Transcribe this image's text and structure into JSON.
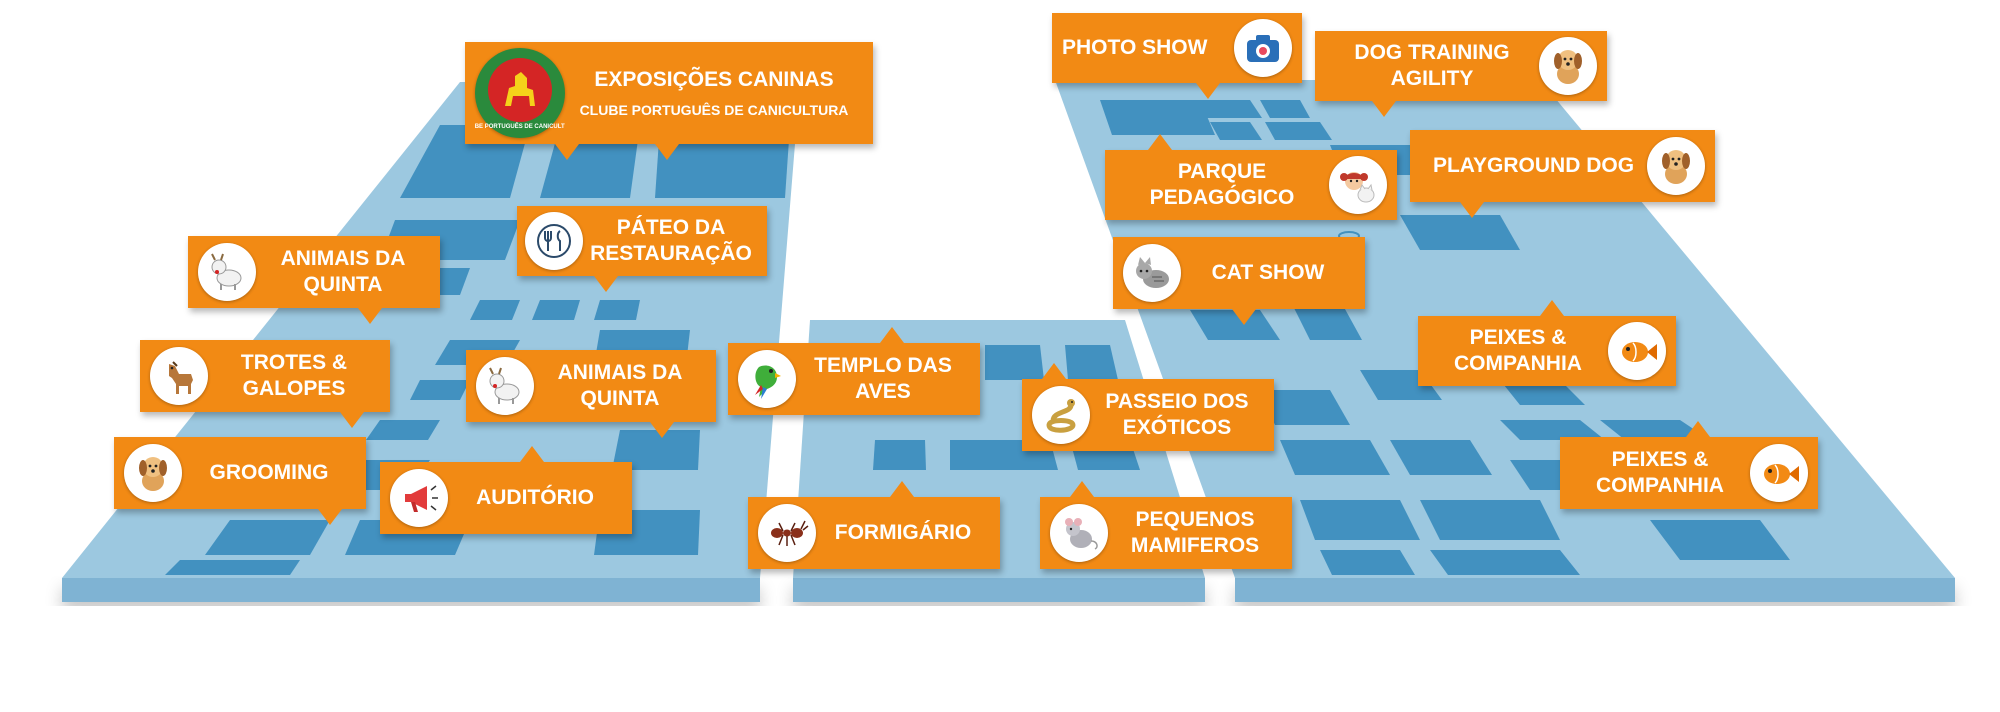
{
  "colors": {
    "floor": "#9cc8e0",
    "floor_side": "#7fb3d3",
    "booth": "#4291c0",
    "label": "#f28a14",
    "text": "#ffffff"
  },
  "labels": {
    "exposicoes_caninas": {
      "title": "EXPOSIÇÕES CANINAS",
      "subtitle": "CLUBE PORTUGUÊS DE CANICULTURA",
      "logo_text": "Clube Português de Canicultura",
      "icon": "dog-logo-icon"
    },
    "pateo_restauracao": {
      "line1": "PÁTEO DA",
      "line2": "RESTAURAÇÃO",
      "icon": "cutlery-icon"
    },
    "animais_quinta_1": {
      "line1": "ANIMAIS DA",
      "line2": "QUINTA",
      "icon": "goat-icon"
    },
    "trotes_galopes": {
      "line1": "TROTES &",
      "line2": "GALOPES",
      "icon": "horse-icon"
    },
    "animais_quinta_2": {
      "line1": "ANIMAIS DA",
      "line2": "QUINTA",
      "icon": "goat-icon"
    },
    "grooming": {
      "line1": "GROOMING",
      "icon": "dog-icon"
    },
    "auditorio": {
      "line1": "AUDITÓRIO",
      "icon": "megaphone-icon"
    },
    "templo_aves": {
      "line1": "TEMPLO DAS",
      "line2": "AVES",
      "icon": "parrot-icon"
    },
    "formigario": {
      "line1": "FORMIGÁRIO",
      "icon": "ant-icon"
    },
    "passeio_exoticos": {
      "line1": "PASSEIO DOS",
      "line2": "EXÓTICOS",
      "icon": "snake-icon"
    },
    "pequenos_mamiferos": {
      "line1": "PEQUENOS",
      "line2": "MAMIFEROS",
      "icon": "mouse-icon"
    },
    "photo_show": {
      "line1": "PHOTO SHOW",
      "icon": "camera-icon"
    },
    "dog_training": {
      "line1": "DOG TRAINING",
      "line2": "AGILITY",
      "icon": "dog-icon"
    },
    "parque_pedagogico": {
      "line1": "PARQUE",
      "line2": "PEDAGÓGICO",
      "icon": "girl-cat-icon"
    },
    "playground_dog": {
      "line1": "PLAYGROUND DOG",
      "icon": "dog-icon"
    },
    "cat_show": {
      "line1": "CAT SHOW",
      "icon": "cat-icon"
    },
    "peixes_1": {
      "line1": "PEIXES &",
      "line2": "COMPANHIA",
      "icon": "fish-icon"
    },
    "peixes_2": {
      "line1": "PEIXES &",
      "line2": "COMPANHIA",
      "icon": "fish-icon"
    }
  }
}
